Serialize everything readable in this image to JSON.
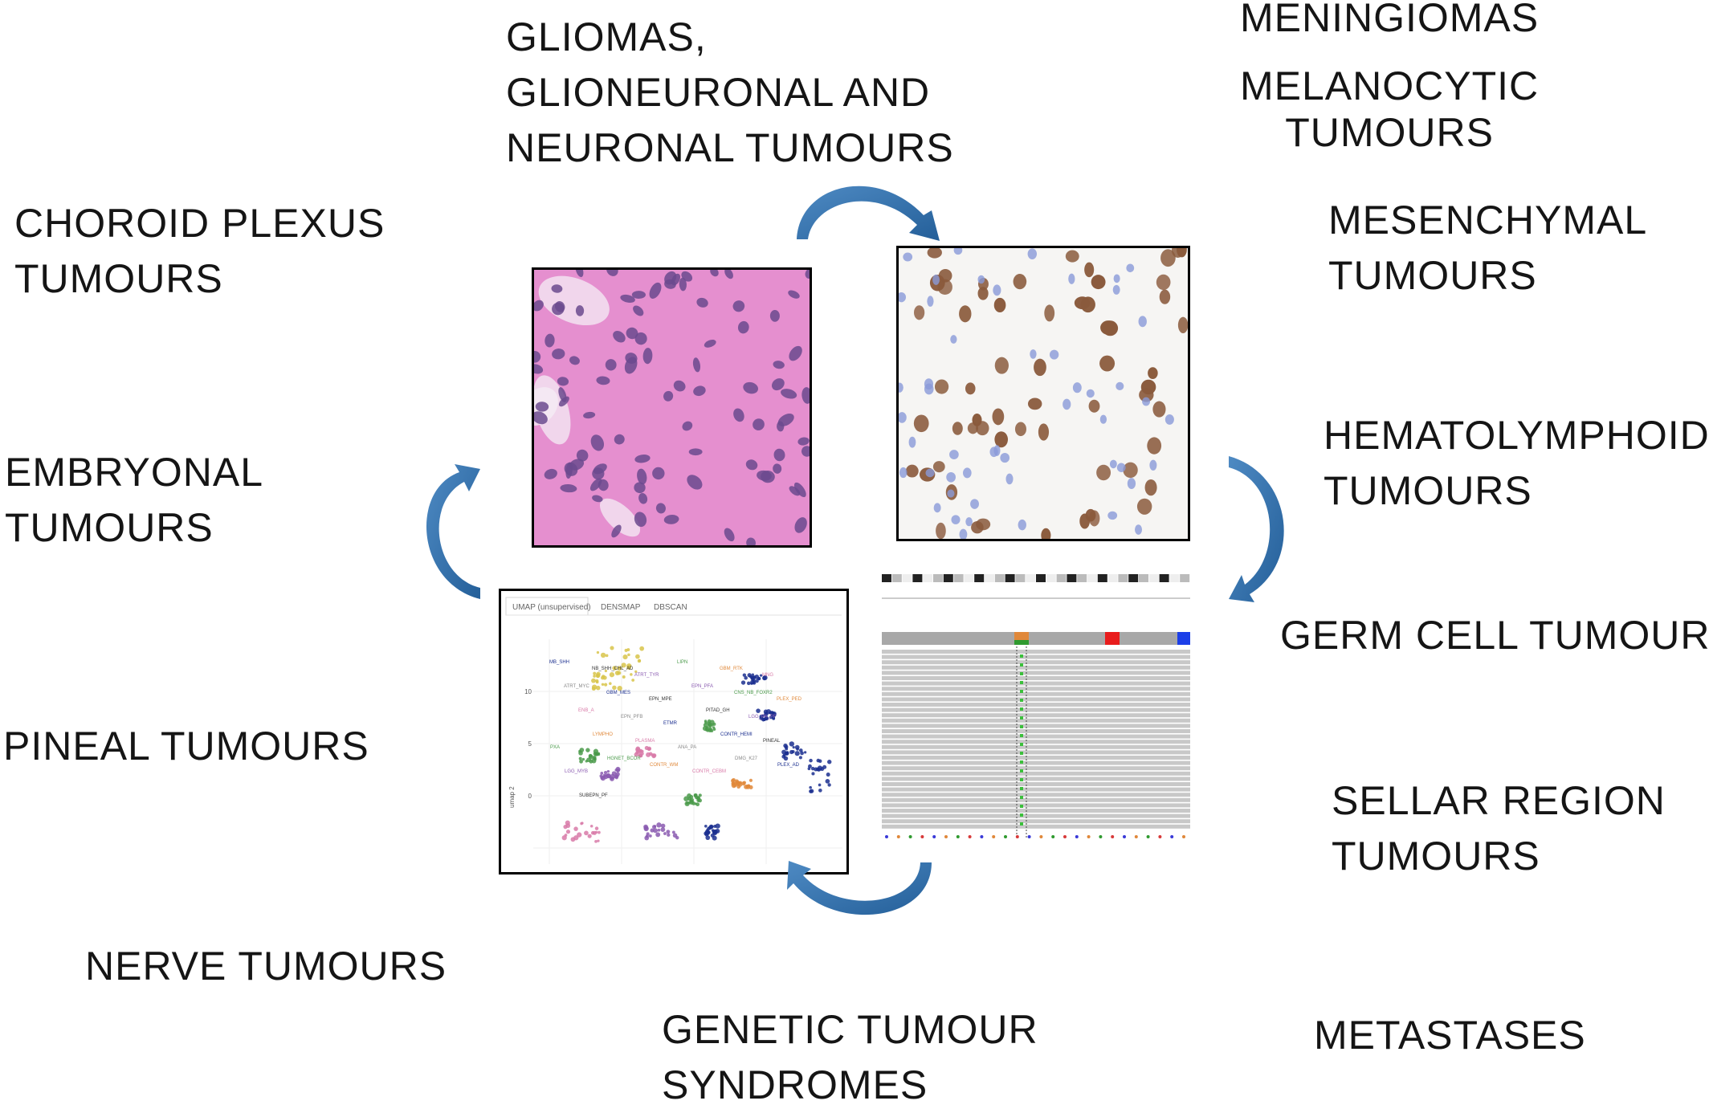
{
  "labels": {
    "gliomas": [
      "GLIOMAS,",
      "GLIONEURONAL AND",
      "NEURONAL TUMOURS"
    ],
    "meningiomas": [
      "MENINGIOMAS"
    ],
    "melanocytic": [
      "MELANOCYTIC",
      "TUMOURS"
    ],
    "choroid_plexus": [
      "CHOROID PLEXUS",
      "TUMOURS"
    ],
    "mesenchymal": [
      "MESENCHYMAL",
      "TUMOURS"
    ],
    "embryonal": [
      "EMBRYONAL",
      "TUMOURS"
    ],
    "hematolymphoid": [
      "HEMATOLYMPHOID",
      "TUMOURS"
    ],
    "germ_cell": [
      "GERM CELL TUMOURS"
    ],
    "pineal": [
      "PINEAL TUMOURS"
    ],
    "sellar": [
      "SELLAR REGION",
      "TUMOURS"
    ],
    "nerve": [
      "NERVE TUMOURS"
    ],
    "genetic": [
      "GENETIC TUMOUR",
      "SYNDROMES"
    ],
    "metastases": [
      "METASTASES"
    ]
  },
  "umap_panel": {
    "tabs": [
      "UMAP (unsupervised)",
      "DENSMAP",
      "DBSCAN"
    ],
    "y_ticks": [
      "10",
      "5",
      "0"
    ],
    "y_axis_label": "umap 2",
    "cluster_labels": [
      "MB_SHH",
      "NB_SHH_CHL_AD",
      "ATRT_TYR",
      "LIPN",
      "GBM_RTK",
      "MNG",
      "ATRT_MYC",
      "GBM_MES",
      "EPN_MPE",
      "EPN_PFA",
      "CNS_NB_FOXR2",
      "PLEX_PED",
      "ENB_A",
      "EPN_PFB",
      "ETMR",
      "PITAD_GH",
      "LGG_PA_PF",
      "PXA",
      "LYMPHO",
      "PLASMA",
      "ANA_PA",
      "CONTR_HEMI",
      "PINEAL",
      "LGG_MYB",
      "HGNET_BCOR",
      "CONTR_WM",
      "CONTR_CEBM",
      "DMG_K27",
      "PLEX_AD",
      "SUBEPN_PF"
    ],
    "colors": {
      "yellow": "#d8c44a",
      "navy": "#1b2f8f",
      "green": "#4a9a4a",
      "purple": "#8a5ab0",
      "orange": "#e0883a",
      "pink": "#d87aa8"
    }
  },
  "arrow_color": "#2e6fab",
  "panel_colors": {
    "he_pink": "#e58fcf",
    "he_nucleus": "#6b4a8e",
    "ihc_brown": "#8a5a3c",
    "ihc_blue": "#8a9ad8",
    "igv_gray": "#c8c8c8"
  }
}
